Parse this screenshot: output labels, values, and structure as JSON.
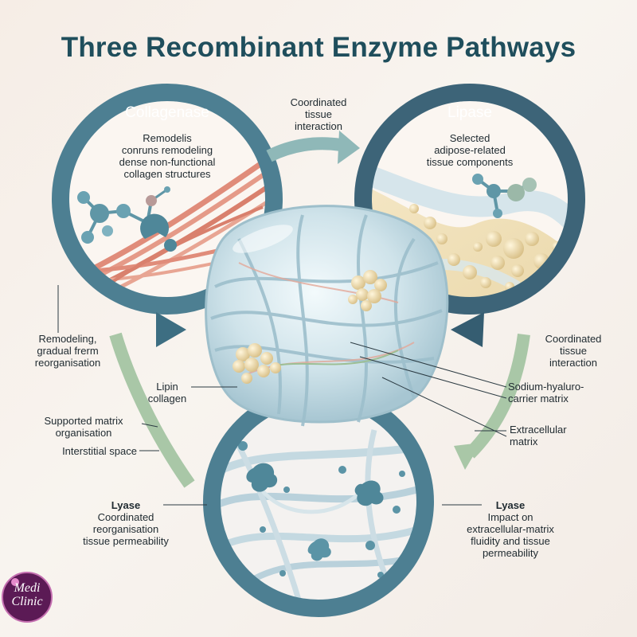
{
  "title": "Three Recombinant Enzyme Pathways",
  "rings": {
    "collagenase": {
      "name": "Collagenase",
      "lines": [
        "Remodelis",
        "conruns remodeling",
        "dense non-functional",
        "collagen structures"
      ]
    },
    "lipase": {
      "name": "Lipase",
      "lines": [
        "Selected",
        "adipose-related",
        "tissue components"
      ]
    }
  },
  "labels": {
    "top_interaction": [
      "Coordinated",
      "tissue",
      "interaction"
    ],
    "right_interaction": [
      "Coordinated",
      "tissue",
      "interaction"
    ],
    "remodeling": [
      "Remodeling,",
      "gradual frerm",
      "reorganisation"
    ],
    "lipin": [
      "Lipin",
      "collagen"
    ],
    "sodium": [
      "Sodium-hyaluro-",
      "carrier matrix"
    ],
    "extracellular": [
      "Extracellular",
      "matrix"
    ],
    "supported": [
      "Supported matrix",
      "organisation"
    ],
    "interstitial": "Interstitial space",
    "lyase_left": {
      "heading": "Lyase",
      "lines": [
        "Coordinated",
        "reorganisation",
        "tissue permeability"
      ]
    },
    "lyase_right": {
      "heading": "Lyase",
      "lines": [
        "Impact on",
        "extracellular-matrix",
        "fluidity and tissue",
        "permeability"
      ]
    }
  },
  "logo": [
    "Medi",
    "Clinic"
  ],
  "colors": {
    "ring_blue": "#4d7f92",
    "ring_dark": "#3d6478",
    "arrow_teal": "#8fb8b8",
    "arrow_green": "#a9c7a7",
    "collagen": "#e08c7a",
    "fat": "#e6d3a1",
    "molecule": "#5f96a6"
  }
}
